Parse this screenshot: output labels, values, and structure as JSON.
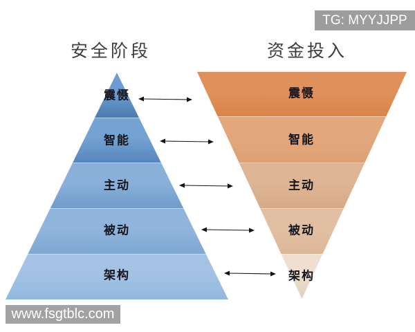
{
  "badge_text": "TG: MYYJJPP",
  "watermark_text": "www.fsgtblc.com",
  "left_pyramid": {
    "title": "安全阶段",
    "type": "pyramid-up",
    "levels": [
      {
        "label": "震慑",
        "color_top": "#6b9dd0",
        "color_bottom": "#4a7cb0"
      },
      {
        "label": "智能",
        "color_top": "#74a2d2",
        "color_bottom": "#5585ba"
      },
      {
        "label": "主动",
        "color_top": "#8ab0da",
        "color_bottom": "#6f9cca"
      },
      {
        "label": "被动",
        "color_top": "#90b4dc",
        "color_bottom": "#7ea8d2"
      },
      {
        "label": "架构",
        "color_top": "#a3c2e4",
        "color_bottom": "#92b8dc"
      }
    ]
  },
  "right_pyramid": {
    "title": "资金投入",
    "type": "pyramid-down",
    "levels": [
      {
        "label": "震慑",
        "color_top": "#e0905a",
        "color_bottom": "#d9854a"
      },
      {
        "label": "智能",
        "color_top": "#e2a87c",
        "color_bottom": "#dda073"
      },
      {
        "label": "主动",
        "color_top": "#ddb494",
        "color_bottom": "#d7ab88"
      },
      {
        "label": "被动",
        "color_top": "#e2bfa2",
        "color_bottom": "#ddb697"
      },
      {
        "label": "架构",
        "color_top": "#eedfd0",
        "color_bottom": "#e3cfba"
      }
    ]
  },
  "arrow_color": "#151515",
  "label_text_color": "#15151f"
}
